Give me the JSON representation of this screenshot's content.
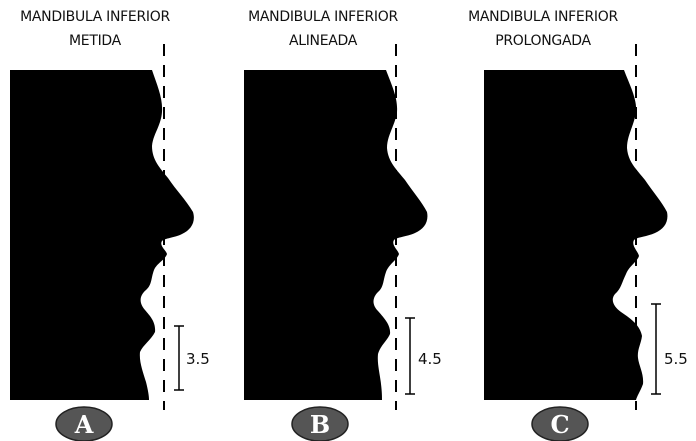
{
  "panels": [
    {
      "title_line1": "MANDIBULA INFERIOR",
      "title_line2": "METIDA",
      "measure": "3.5",
      "badge": "A"
    },
    {
      "title_line1": "MANDIBULA INFERIOR",
      "title_line2": "ALINEADA",
      "measure": "4.5",
      "badge": "B"
    },
    {
      "title_line1": "MANDIBULA INFERIOR",
      "title_line2": "PROLONGADA",
      "measure": "5.5",
      "badge": "C"
    }
  ],
  "colors": {
    "silhouette": "#000000",
    "badge": "#555555",
    "text": "#111111"
  }
}
